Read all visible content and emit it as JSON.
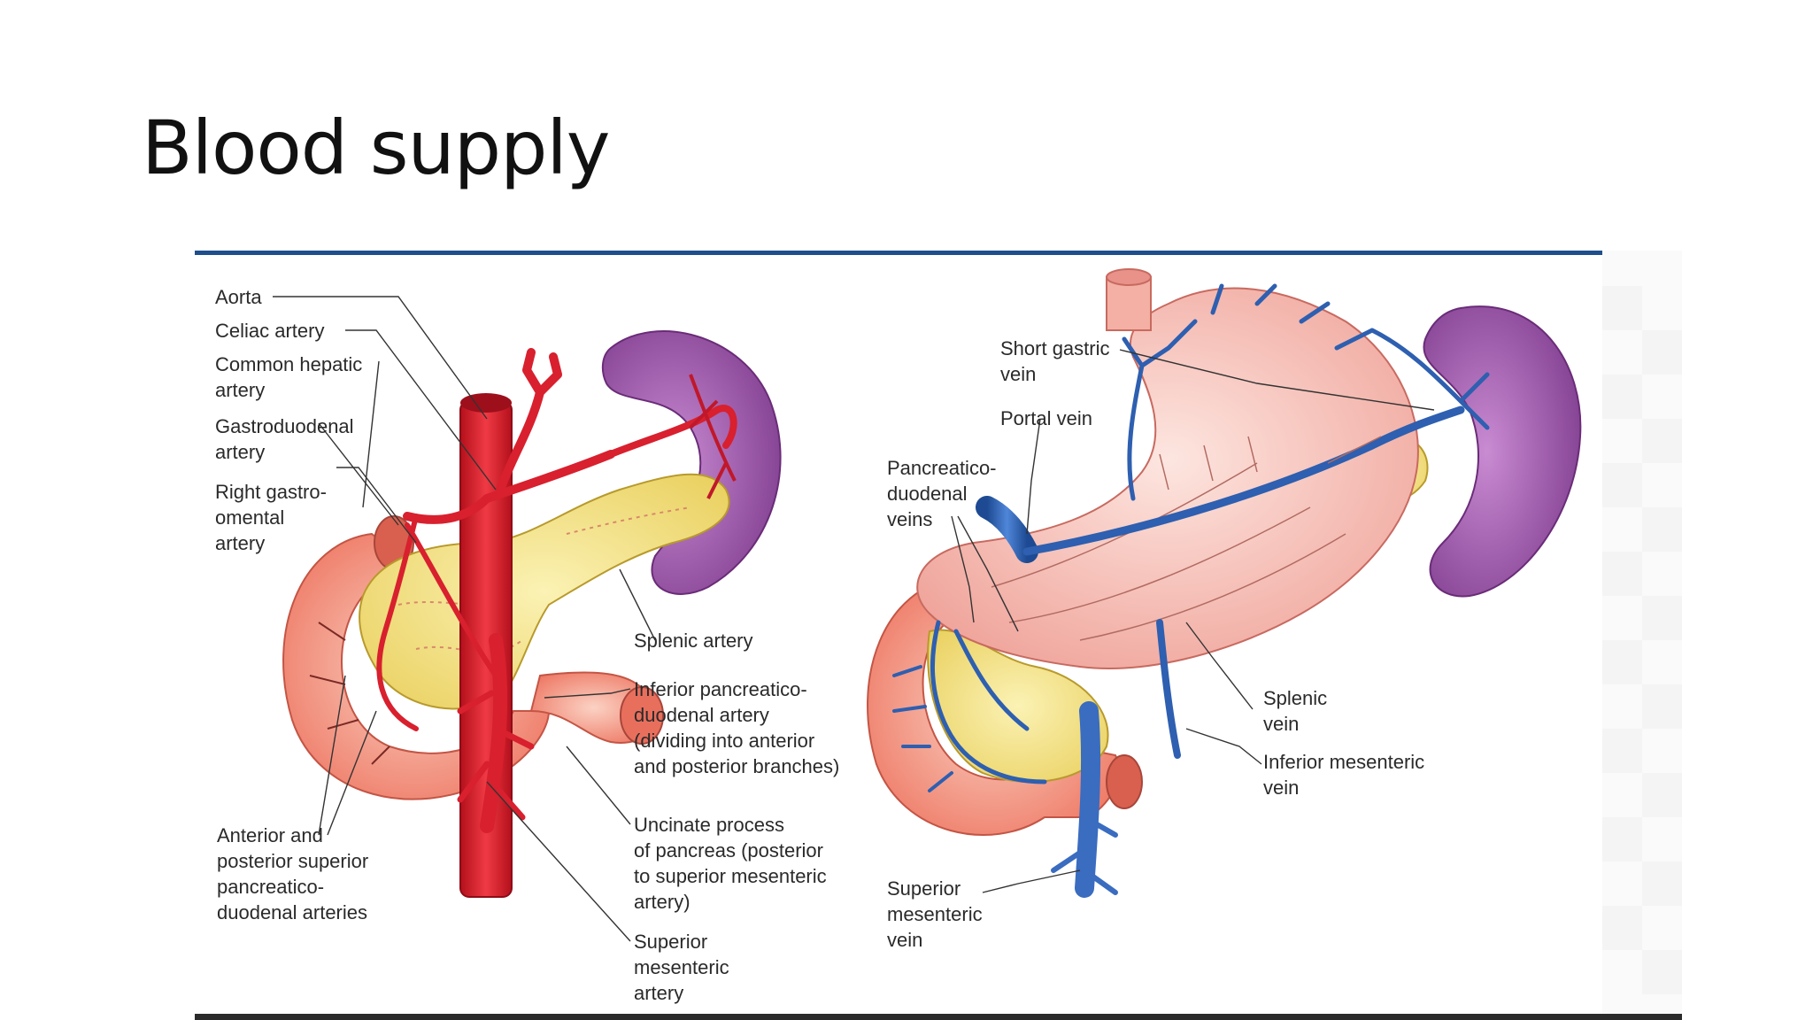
{
  "slide": {
    "title": "Blood supply"
  },
  "figure": {
    "arterial_labels": {
      "aorta": "Aorta",
      "celiac": "Celiac artery",
      "common_hepatic_1": "Common hepatic",
      "common_hepatic_2": "artery",
      "gastroduodenal_1": "Gastroduodenal",
      "gastroduodenal_2": "artery",
      "right_gastro_1": "Right gastro-",
      "right_gastro_2": "omental",
      "right_gastro_3": "artery",
      "splenic_artery": "Splenic artery",
      "inf_panc_1": "Inferior pancreatico-",
      "inf_panc_2": "duodenal artery",
      "inf_panc_3": "(dividing into anterior",
      "inf_panc_4": "and posterior branches)",
      "uncinate_1": "Uncinate process",
      "uncinate_2": "of pancreas (posterior",
      "uncinate_3": "to superior mesenteric",
      "uncinate_4": "artery)",
      "sup_mes_art_1": "Superior",
      "sup_mes_art_2": "mesenteric",
      "sup_mes_art_3": "artery",
      "ant_post_1": "Anterior and",
      "ant_post_2": "posterior superior",
      "ant_post_3": "pancreatico-",
      "ant_post_4": "duodenal arteries"
    },
    "venous_labels": {
      "short_gastric_1": "Short gastric",
      "short_gastric_2": "vein",
      "portal": "Portal vein",
      "panc_duod_1": "Pancreatico-",
      "panc_duod_2": "duodenal",
      "panc_duod_3": "veins",
      "splenic_vein_1": "Splenic",
      "splenic_vein_2": "vein",
      "inf_mes_1": "Inferior mesenteric",
      "inf_mes_2": "vein",
      "sup_mes_vein_1": "Superior",
      "sup_mes_vein_2": "mesenteric",
      "sup_mes_vein_3": "vein"
    },
    "colors": {
      "artery": "#d8202e",
      "vein": "#2e5fb0",
      "spleen": "#9a4fa6",
      "pancreas": "#f3e07a",
      "duodenum": "#f39a84",
      "stomach": "#f4b8b0",
      "rule": "#1f4e8c"
    }
  }
}
